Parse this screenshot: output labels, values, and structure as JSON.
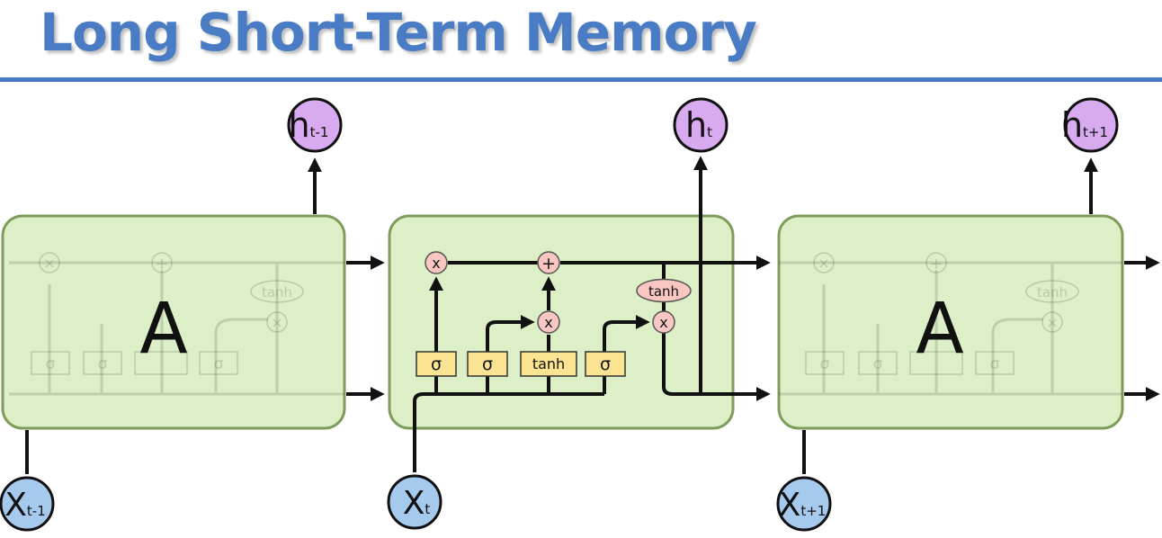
{
  "slide": {
    "title": "Long Short-Term Memory"
  },
  "diagram": {
    "left_cell": {
      "label": "A",
      "ghost_labels": {
        "tanh": "tanh",
        "sigma": "σ",
        "mult": "×",
        "plus": "+"
      }
    },
    "right_cell": {
      "label": "A",
      "ghost_labels": {
        "tanh": "tanh",
        "sigma": "σ",
        "mult": "×",
        "plus": "+"
      }
    },
    "middle_cell": {
      "gates": {
        "forget": "σ",
        "input": "σ",
        "candidate": "tanh",
        "output": "σ"
      },
      "ops": {
        "forget_mult": "x",
        "add": "+",
        "input_mult": "x",
        "output_tanh": "tanh",
        "output_mult": "x"
      }
    },
    "outputs": {
      "prev": {
        "main": "h",
        "sub": "t-1"
      },
      "curr": {
        "main": "h",
        "sub": "t"
      },
      "next": {
        "main": "h",
        "sub": "t+1"
      }
    },
    "inputs": {
      "prev": {
        "main": "X",
        "sub": "t-1"
      },
      "curr": {
        "main": "X",
        "sub": "t"
      },
      "next": {
        "main": "X",
        "sub": "t+1"
      }
    },
    "colors": {
      "cell_fill": "#dcefc6",
      "cell_stroke": "#7f9c5c",
      "gate_fill": "#fbe491",
      "op_fill": "#f9c6c2",
      "output_fill": "#d8aaf0",
      "input_fill": "#a6c9ee",
      "title": "#4a7cc6"
    }
  }
}
